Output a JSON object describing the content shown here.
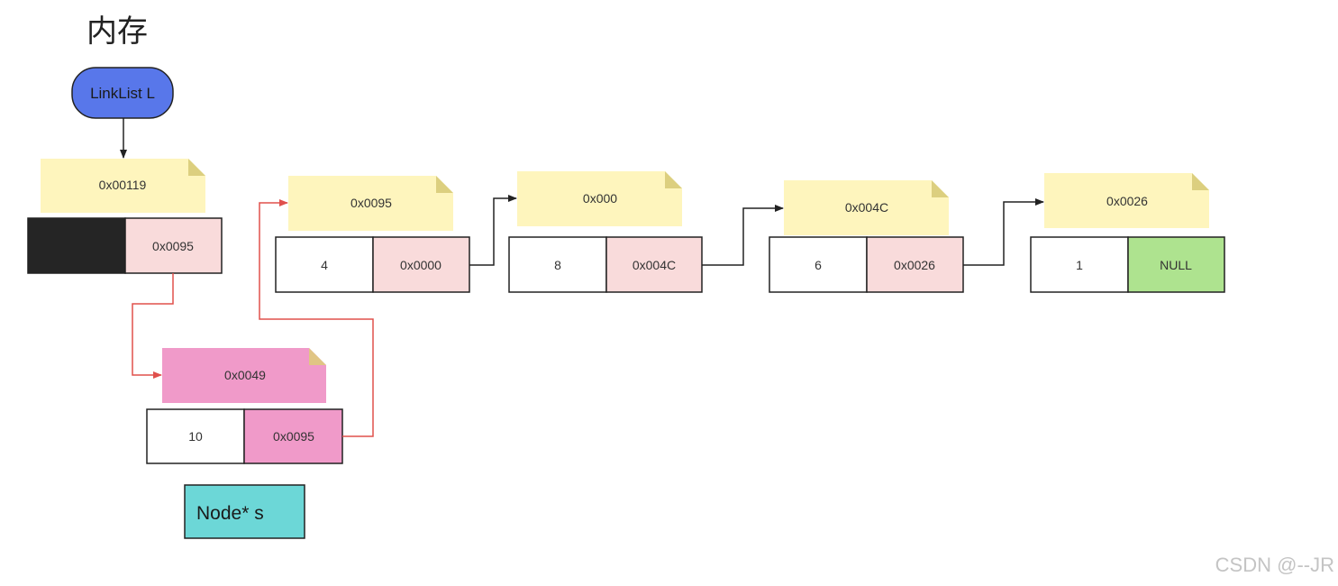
{
  "title": "内存",
  "head_pointer": {
    "label": "LinkList L"
  },
  "head_node": {
    "address": "0x00119",
    "data": "",
    "next": "0x0095"
  },
  "new_node": {
    "address": "0x0049",
    "data": "10",
    "next": "0x0095",
    "pointer_label": "Node* s"
  },
  "list_nodes": [
    {
      "address": "0x0095",
      "data": "4",
      "next": "0x0000"
    },
    {
      "address": "0x000",
      "data": "8",
      "next": "0x004C"
    },
    {
      "address": "0x004C",
      "data": "6",
      "next": "0x0026"
    },
    {
      "address": "0x0026",
      "data": "1",
      "next": "NULL"
    }
  ],
  "watermark": "CSDN @--JR",
  "colors": {
    "note_yellow": "#fef5bd",
    "note_fold": "#dccf7f",
    "note_pink": "#f09ac9",
    "note_pink_fold": "#e0c584",
    "pointer_cell": "#f9dbdb",
    "pointer_cell_new": "#f09ac9",
    "null_cell": "#aee38f",
    "head_data_cell": "#252525",
    "head_pointer_fill": "#5877ea",
    "node_s_fill": "#6cd7d7",
    "red_arrow": "#e0504c",
    "black_arrow": "#222222"
  }
}
